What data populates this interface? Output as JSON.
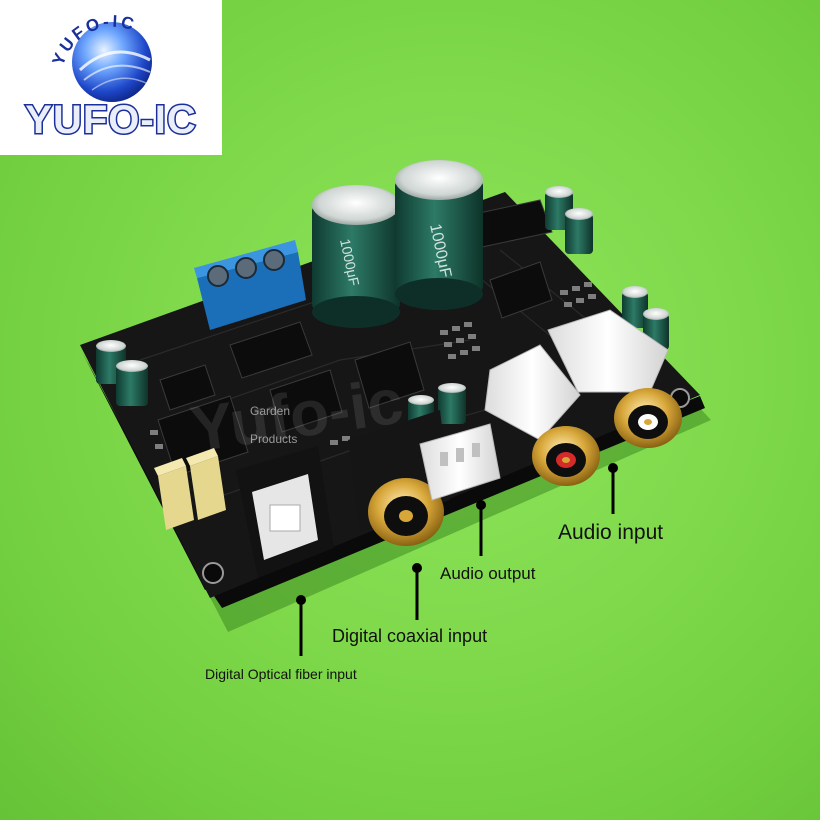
{
  "brand": {
    "logo_arc_text": "YUFO-IC",
    "wordmark": "YUFO-IC"
  },
  "watermark": {
    "line1": "Garden",
    "line2": "Products",
    "overlay": "Yufo-ic"
  },
  "callouts": {
    "audio_input": "Audio input",
    "audio_output": "Audio output",
    "digital_coaxial_input": "Digital coaxial input",
    "digital_optical_input": "Digital Optical fiber input"
  },
  "component_markings": {
    "capacitor_1": "1000μF",
    "capacitor_2": "1000μF"
  },
  "colors": {
    "background": "#7fd94b",
    "pcb": "#161616",
    "terminal_block": "#1f7fd0",
    "rca_gold": "#d8a73a",
    "rca_red_insert": "#d42a2a",
    "connector_white": "#f2f2f2",
    "capacitor_teal": "#1d5a4c",
    "logo_blue": "#1b2f9a"
  }
}
